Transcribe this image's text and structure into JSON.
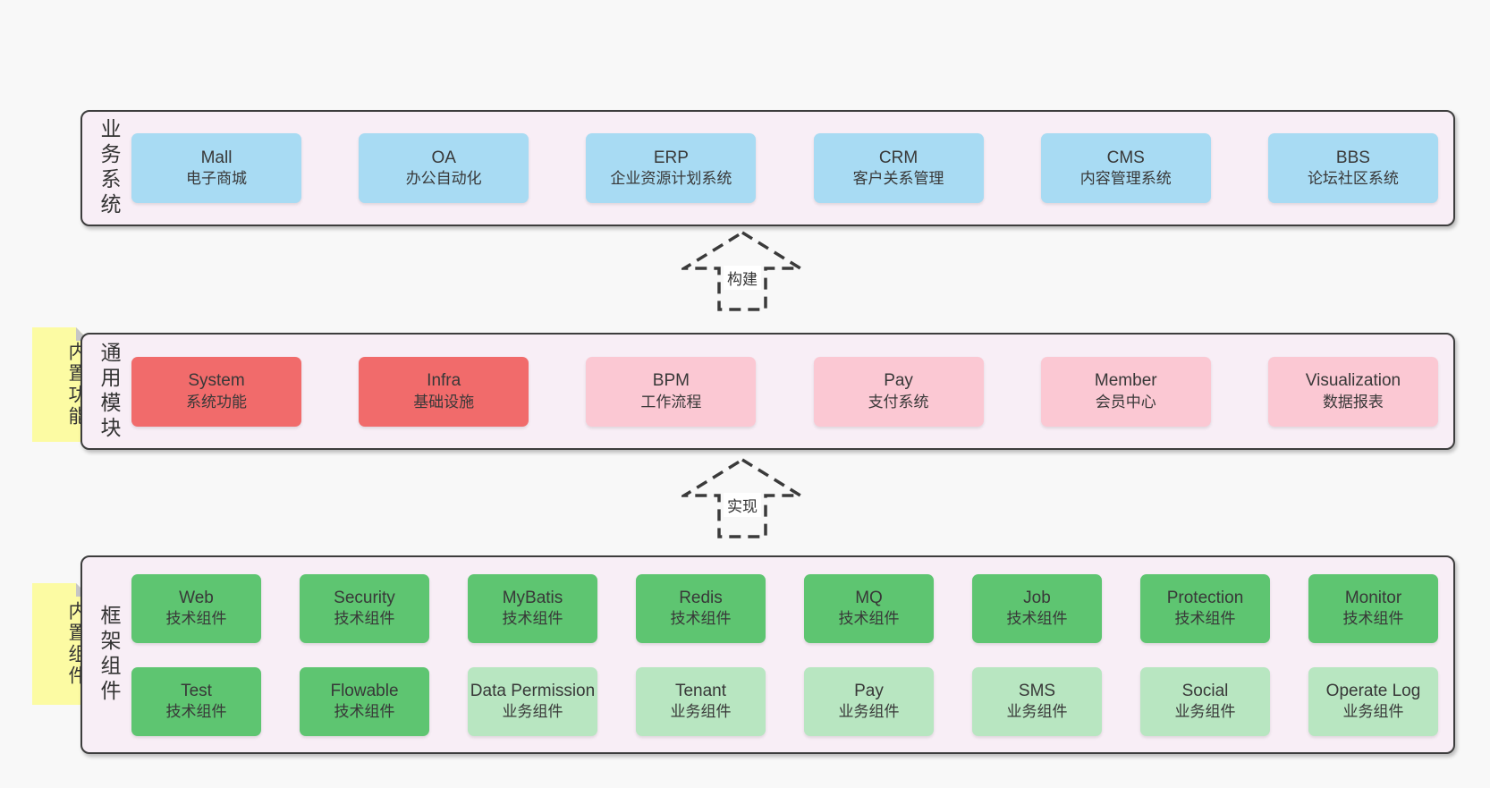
{
  "colors": {
    "page-bg": "#f8f8f8",
    "panel-bg": "#f8eef6",
    "panel-border": "#3d3d3d",
    "blue": "#a8dbf3",
    "red": "#f16b6b",
    "pink": "#fbc8d3",
    "green-dark": "#5ec571",
    "green-light": "#b8e6c1",
    "sticky-yellow": "#fcfba3",
    "text": "#383838"
  },
  "arrows": [
    {
      "label": "构建"
    },
    {
      "label": "实现"
    }
  ],
  "panels": [
    {
      "side_label": "业务系统",
      "boxes": [
        {
          "name": "Mall",
          "desc": "电子商城",
          "variant": "blue"
        },
        {
          "name": "OA",
          "desc": "办公自动化",
          "variant": "blue"
        },
        {
          "name": "ERP",
          "desc": "企业资源计划系统",
          "variant": "blue"
        },
        {
          "name": "CRM",
          "desc": "客户关系管理",
          "variant": "blue"
        },
        {
          "name": "CMS",
          "desc": "内容管理系统",
          "variant": "blue"
        },
        {
          "name": "BBS",
          "desc": "论坛社区系统",
          "variant": "blue"
        }
      ]
    },
    {
      "side_label": "通用模块",
      "sticky_label": "内置功能",
      "boxes": [
        {
          "name": "System",
          "desc": "系统功能",
          "variant": "red"
        },
        {
          "name": "Infra",
          "desc": "基础设施",
          "variant": "red"
        },
        {
          "name": "BPM",
          "desc": "工作流程",
          "variant": "pink"
        },
        {
          "name": "Pay",
          "desc": "支付系统",
          "variant": "pink"
        },
        {
          "name": "Member",
          "desc": "会员中心",
          "variant": "pink"
        },
        {
          "name": "Visualization",
          "desc": "数据报表",
          "variant": "pink"
        }
      ]
    },
    {
      "side_label": "框架组件",
      "sticky_label": "内置组件",
      "boxes": [
        {
          "name": "Web",
          "desc": "技术组件",
          "variant": "green-dark"
        },
        {
          "name": "Security",
          "desc": "技术组件",
          "variant": "green-dark"
        },
        {
          "name": "MyBatis",
          "desc": "技术组件",
          "variant": "green-dark"
        },
        {
          "name": "Redis",
          "desc": "技术组件",
          "variant": "green-dark"
        },
        {
          "name": "MQ",
          "desc": "技术组件",
          "variant": "green-dark"
        },
        {
          "name": "Job",
          "desc": "技术组件",
          "variant": "green-dark"
        },
        {
          "name": "Protection",
          "desc": "技术组件",
          "variant": "green-dark"
        },
        {
          "name": "Monitor",
          "desc": "技术组件",
          "variant": "green-dark"
        },
        {
          "name": "Test",
          "desc": "技术组件",
          "variant": "green-dark"
        },
        {
          "name": "Flowable",
          "desc": "技术组件",
          "variant": "green-dark"
        },
        {
          "name": "Data Permission",
          "desc": "业务组件",
          "variant": "green-light"
        },
        {
          "name": "Tenant",
          "desc": "业务组件",
          "variant": "green-light"
        },
        {
          "name": "Pay",
          "desc": "业务组件",
          "variant": "green-light"
        },
        {
          "name": "SMS",
          "desc": "业务组件",
          "variant": "green-light"
        },
        {
          "name": "Social",
          "desc": "业务组件",
          "variant": "green-light"
        },
        {
          "name": "Operate Log",
          "desc": "业务组件",
          "variant": "green-light"
        }
      ]
    }
  ]
}
